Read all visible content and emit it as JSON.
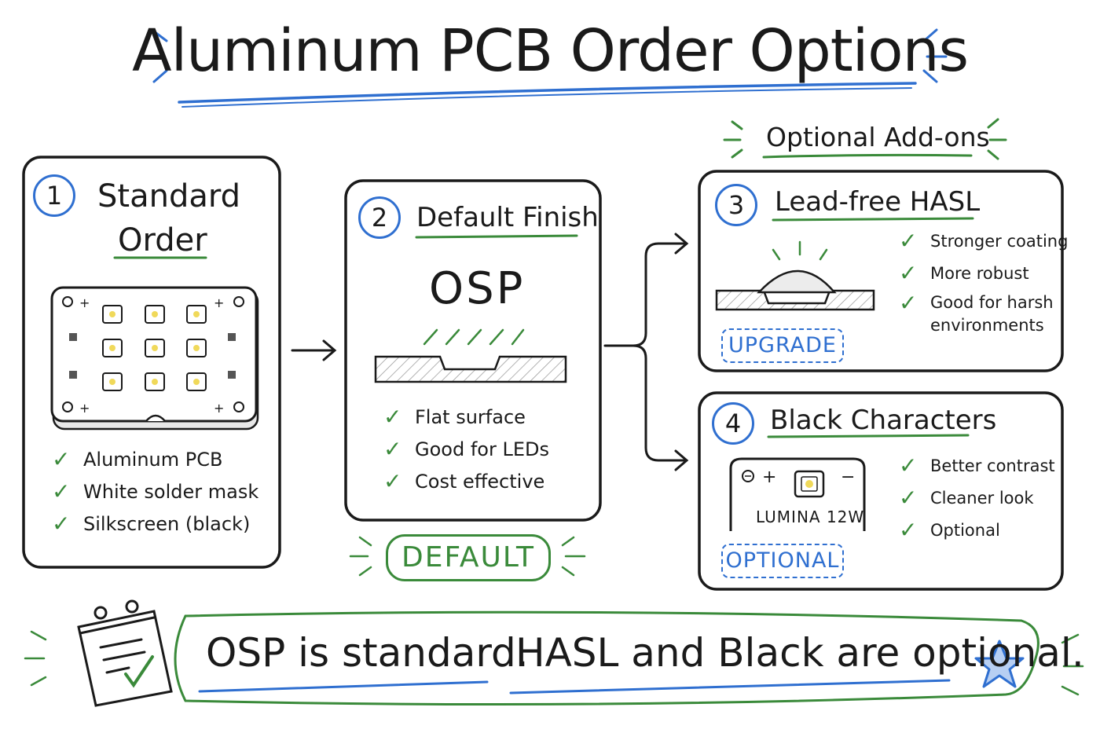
{
  "title": "Aluminum PCB Order Options",
  "addons_heading": "Optional Add-ons",
  "cards": [
    {
      "number": "1",
      "title_line1": "Standard",
      "title_line2": "Order",
      "items": [
        "Aluminum PCB",
        "White solder mask",
        "Silkscreen (black)"
      ]
    },
    {
      "number": "2",
      "title": "Default Finish",
      "finish": "OSP",
      "items": [
        "Flat surface",
        "Good for LEDs",
        "Cost effective"
      ],
      "badge": "DEFAULT"
    },
    {
      "number": "3",
      "title": "Lead-free HASL",
      "items": [
        "Stronger coating",
        "More robust",
        "Good for harsh",
        "environments"
      ],
      "badge": "UPGRADE"
    },
    {
      "number": "4",
      "title": "Black Characters",
      "board_label": "LUMINA 12W",
      "items": [
        "Better contrast",
        "Cleaner look",
        "Optional"
      ],
      "badge": "OPTIONAL"
    }
  ],
  "bottom_banner": {
    "part1": "OSP is standard.",
    "part2": "HASL and Black are optional."
  },
  "colors": {
    "blue": "#2f6fd0",
    "green": "#3a8a3a",
    "ink": "#1a1a1a"
  },
  "icons": {
    "check": "✓",
    "plus": "+",
    "minus": "−"
  }
}
